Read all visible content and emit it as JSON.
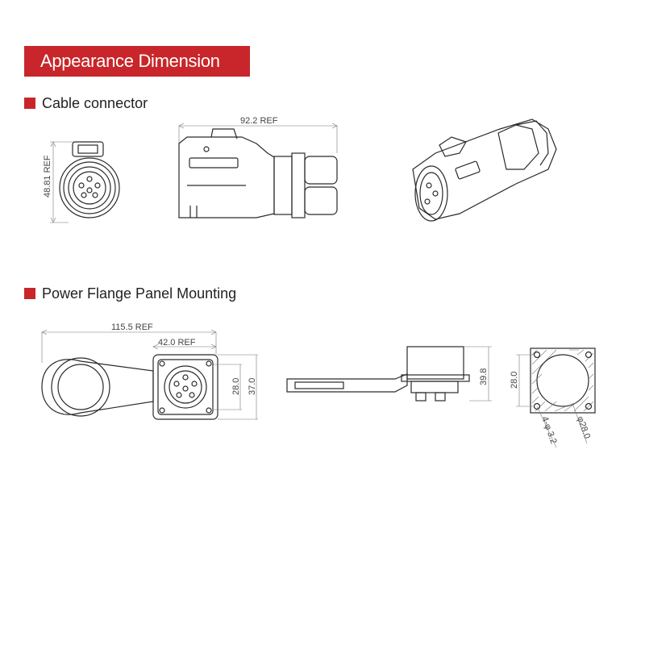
{
  "banner": {
    "title": "Appearance Dimension"
  },
  "sections": [
    {
      "label": "Cable connector"
    },
    {
      "label": "Power Flange  Panel  Mounting"
    }
  ],
  "dimensions": {
    "cable_height": "48.81 REF",
    "cable_length": "92.2 REF",
    "flange_total": "115.5 REF",
    "flange_width": "42.0 REF",
    "flange_inner": "28.0",
    "flange_outer": "37.0",
    "side_height": "39.8",
    "cutout_height": "28.0",
    "holes": "4-φ 3.2",
    "bore": "φ28.0"
  },
  "colors": {
    "accent": "#c8262a"
  }
}
